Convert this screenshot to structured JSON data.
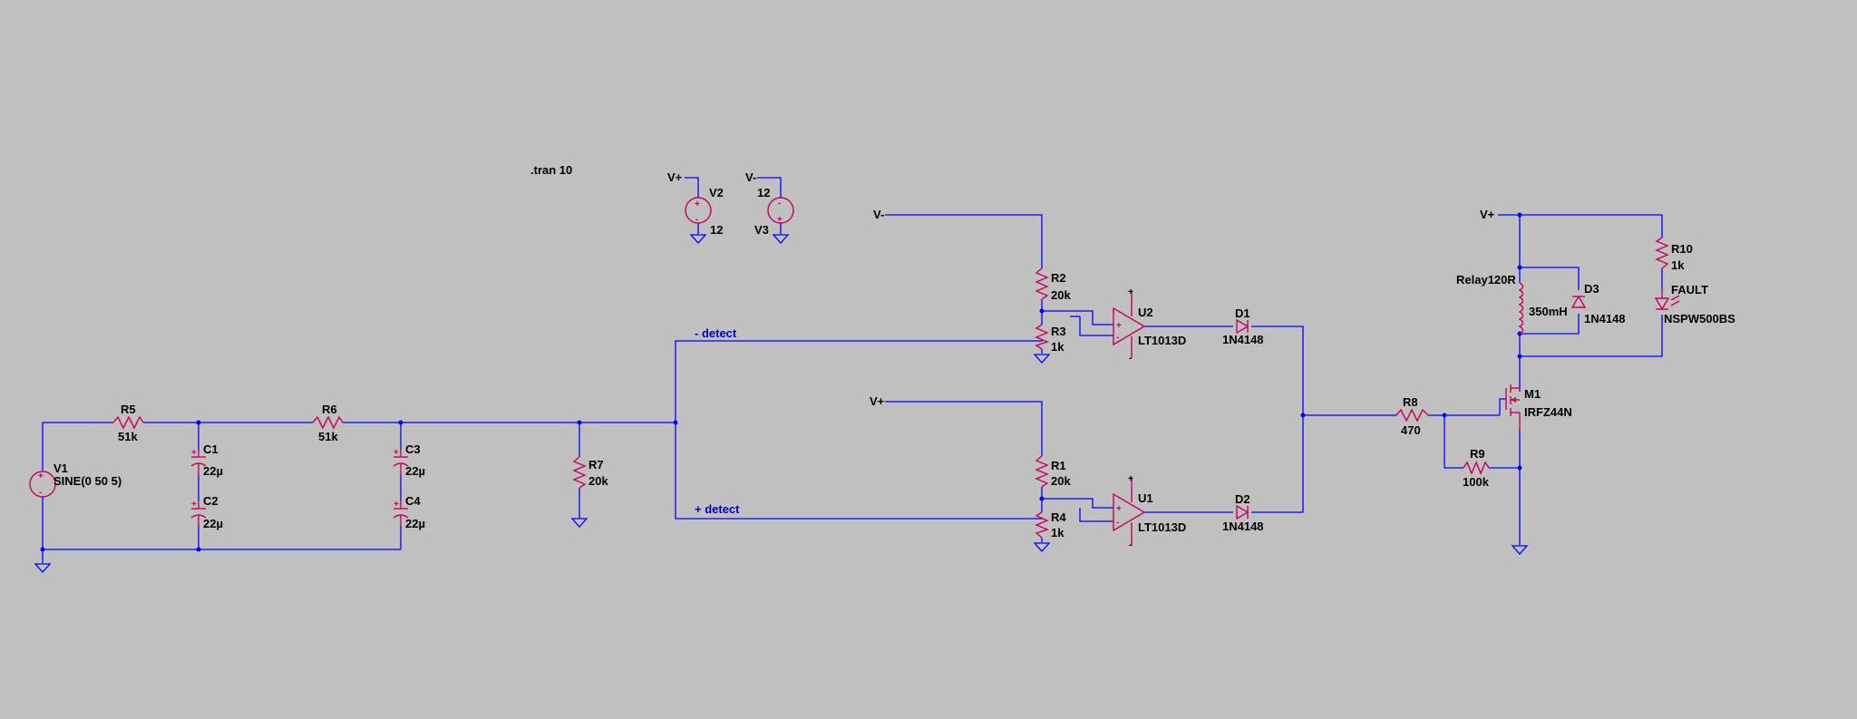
{
  "directive": ".tran 10",
  "labels": {
    "vplus": "V+",
    "vminus": "V-",
    "minus_detect": "- detect",
    "plus_detect": "+ detect",
    "relay": "Relay120R",
    "fault": "FAULT"
  },
  "components": {
    "V1": {
      "name": "V1",
      "value": "SINE(0 50 5)"
    },
    "V2": {
      "name": "V2",
      "value": "12"
    },
    "V3": {
      "name": "V3",
      "value": "12"
    },
    "R1": {
      "name": "R1",
      "value": "20k"
    },
    "R2": {
      "name": "R2",
      "value": "20k"
    },
    "R3": {
      "name": "R3",
      "value": "1k"
    },
    "R4": {
      "name": "R4",
      "value": "1k"
    },
    "R5": {
      "name": "R5",
      "value": "51k"
    },
    "R6": {
      "name": "R6",
      "value": "51k"
    },
    "R7": {
      "name": "R7",
      "value": "20k"
    },
    "R8": {
      "name": "R8",
      "value": "470"
    },
    "R9": {
      "name": "R9",
      "value": "100k"
    },
    "R10": {
      "name": "R10",
      "value": "1k"
    },
    "C1": {
      "name": "C1",
      "value": "22µ"
    },
    "C2": {
      "name": "C2",
      "value": "22µ"
    },
    "C3": {
      "name": "C3",
      "value": "22µ"
    },
    "C4": {
      "name": "C4",
      "value": "22µ"
    },
    "U1": {
      "name": "U1",
      "value": "LT1013D"
    },
    "U2": {
      "name": "U2",
      "value": "LT1013D"
    },
    "D1": {
      "name": "D1",
      "value": "1N4148"
    },
    "D2": {
      "name": "D2",
      "value": "1N4148"
    },
    "D3": {
      "name": "D3",
      "value": "1N4148"
    },
    "L1": {
      "value": "350mH"
    },
    "M1": {
      "name": "M1",
      "value": "IRFZ44N"
    },
    "LED": {
      "value": "NSPW500BS"
    }
  },
  "pins": {
    "plus": "+",
    "minus": "-",
    "vplus": "V+",
    "vminus": "V-"
  },
  "colors": {
    "background": "#c0c0c0",
    "wire": "#0000ff",
    "component": "#c8005a",
    "net_label": "#0000c0"
  }
}
